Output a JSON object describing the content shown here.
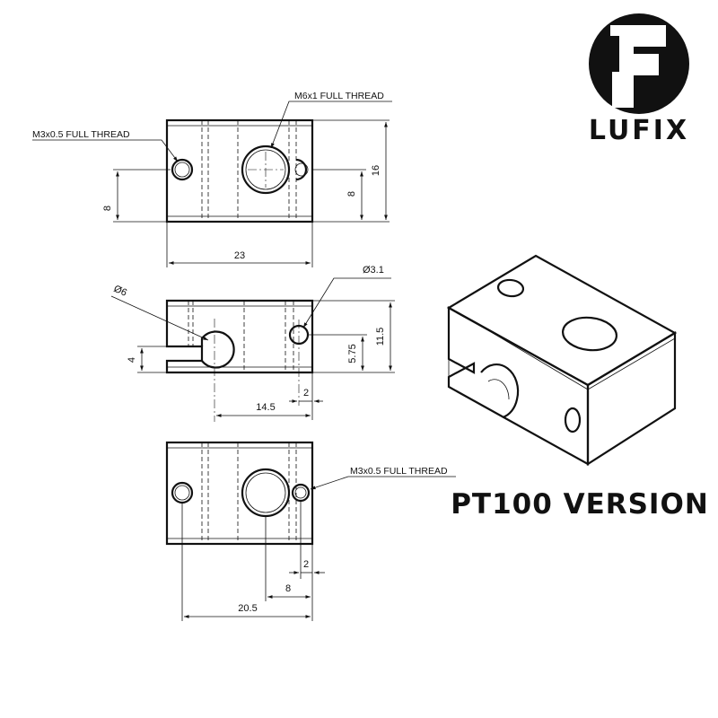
{
  "brand": {
    "name": "LUFIX",
    "logo_icon": "lufix-circle-logo"
  },
  "title": "PT100 VERSION",
  "top_view": {
    "callout_left": "M3x0.5 FULL THREAD",
    "callout_center": "M6x1 FULL THREAD",
    "dim_height_left": "8",
    "dim_height_inner": "8",
    "dim_height_total": "16",
    "dim_width": "23"
  },
  "side_view": {
    "callout_slot_hole": "Ø6",
    "callout_small_hole": "Ø3.1",
    "dim_slot_height": "4",
    "dim_hole_height": "5.75",
    "dim_total_height": "11.5",
    "dim_hole_offset": "14.5",
    "dim_edge_offset": "2"
  },
  "bottom_view": {
    "callout_right": "M3x0.5 FULL THREAD",
    "dim_edge_offset": "2",
    "dim_center_offset": "8",
    "dim_width": "20.5"
  }
}
